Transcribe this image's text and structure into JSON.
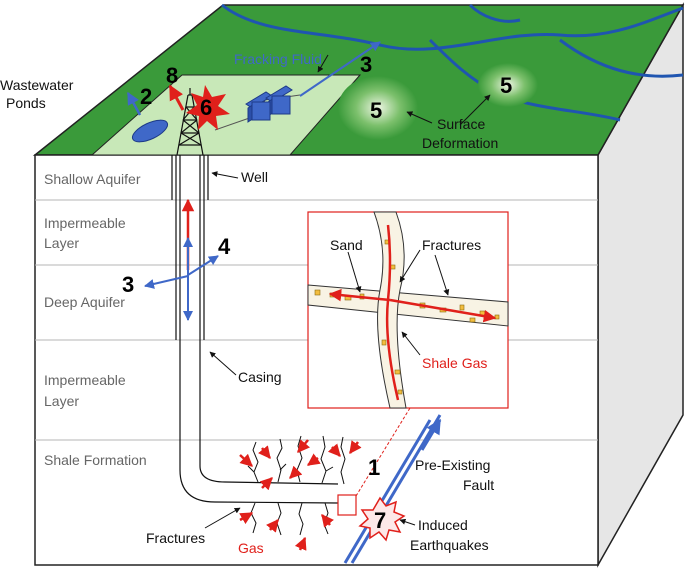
{
  "surface": {
    "wastewater_ponds": [
      "Wastewater",
      "Ponds"
    ],
    "fracking_fluid": "Fracking Fluid",
    "surface_deformation": [
      "Surface",
      "Deformation"
    ]
  },
  "layers": {
    "shallow_aquifer": "Shallow Aquifer",
    "impermeable_1": [
      "Impermeable",
      "Layer"
    ],
    "deep_aquifer": "Deep Aquifer",
    "impermeable_2": [
      "Impermeable",
      "Layer"
    ],
    "shale_formation": "Shale Formation"
  },
  "callouts": {
    "well": "Well",
    "casing": "Casing",
    "fractures": "Fractures",
    "gas": "Gas",
    "pre_existing_fault": [
      "Pre-Existing",
      "Fault"
    ],
    "induced_earthquakes": [
      "Induced",
      "Earthquakes"
    ]
  },
  "inset": {
    "sand": "Sand",
    "fractures": "Fractures",
    "shale_gas": "Shale Gas"
  },
  "numbers": {
    "n1": "1",
    "n2": "2",
    "n3_surface": "3",
    "n3_aquifer": "3",
    "n4": "4",
    "n5_left": "5",
    "n5_right": "5",
    "n6": "6",
    "n7": "7",
    "n8": "8"
  },
  "colors": {
    "grass": "#3a9a3a",
    "pad": "#c8e8b8",
    "river": "#1f55b0",
    "red_arrow": "#e0201b",
    "blue_arrow": "#3f68c8"
  }
}
